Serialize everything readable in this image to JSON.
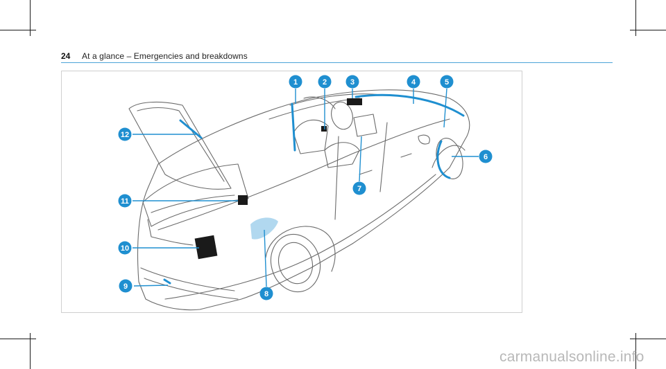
{
  "header": {
    "page_number": "24",
    "section_title": "At a glance – Emergencies and breakdowns"
  },
  "figure": {
    "subject": "car-cutaway-illustration",
    "accent_color": "#1f8fd0",
    "callouts": [
      "1",
      "2",
      "3",
      "4",
      "5",
      "6",
      "7",
      "8",
      "9",
      "10",
      "11",
      "12"
    ]
  },
  "watermark": {
    "text": "carmanualsonline.info"
  }
}
